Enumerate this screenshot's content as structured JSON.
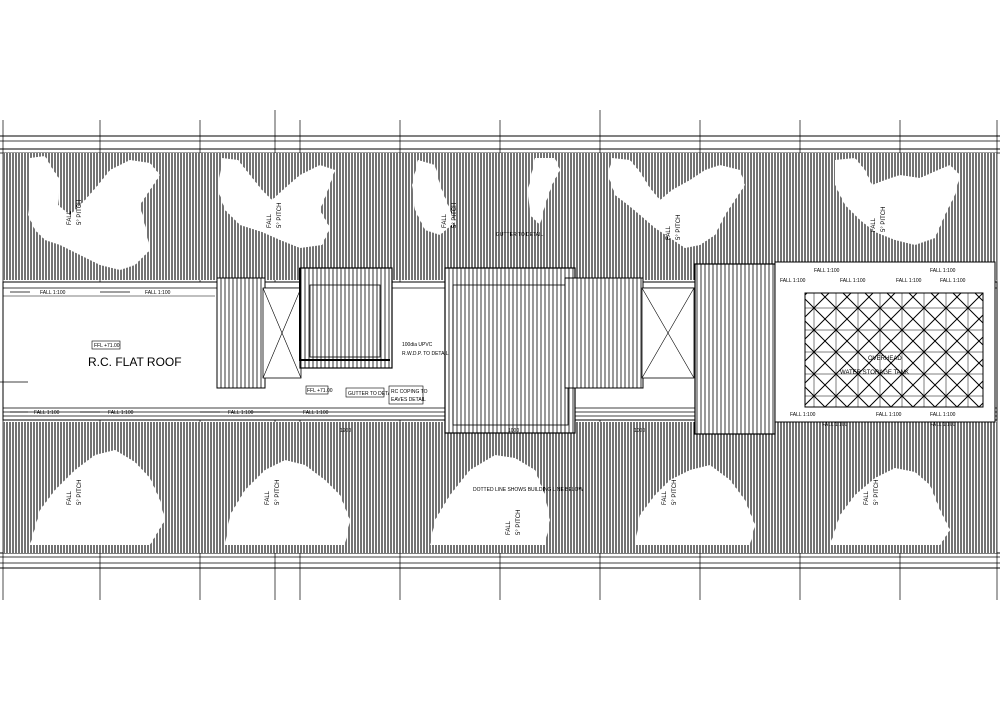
{
  "drawing": {
    "fall_label": "FALL",
    "pitch_label": "5° PITCH",
    "flat_roof_label": "R.C. FLAT ROOF",
    "level_tag": "FFL +71.00",
    "water_tank_label_1": "OVERHEAD",
    "water_tank_label_2": "WATER STORAGE TANK",
    "gutter_top": "GUTTER TO DETAIL",
    "gutter_box": "GUTTER TO DETAIL",
    "upvc_1": "100dia UPVC",
    "upvc_2": "R.W.D.P. TO DETAIL",
    "coping_1": "RC COPING TO",
    "coping_2": "EAVES DETAIL",
    "dotted_line": "DOTTED LINE SHOWS BUILDING LINE BELOW",
    "fall_100_a": "FALL 1:100",
    "fall_100_b": "FALL 1:100",
    "fall_100_c": "FALL 1:100",
    "fall_100_d": "FALL 1:100",
    "fall_100_e": "FALL 1:100",
    "fall_100_f": "FALL 1:100",
    "fall_100_g": "FALL 1:100",
    "fall_100_h": "FALL 1:100",
    "fall_100_i": "FALL 1:100",
    "fall_100_j": "FALL 1:100",
    "fall_100_k": "FALL 1:100",
    "fall_100_l": "FALL 1:100",
    "fall_100_m": "FALL 1:100",
    "fall_100_n": "FALL 1:100",
    "fall_100_o": "FALL 1:100",
    "fall_100_p": "FALL 1:100",
    "fall_100_q": "FALL 1:100",
    "dim_1": "1900",
    "dim_2": "1000",
    "dim_3": "1000"
  }
}
